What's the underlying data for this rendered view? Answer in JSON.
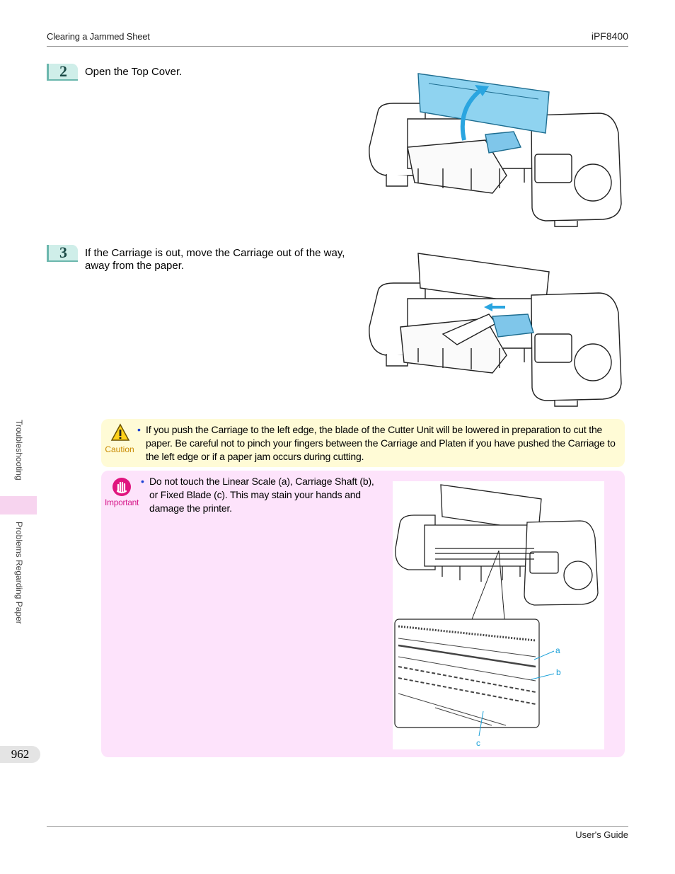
{
  "header": {
    "section_title": "Clearing a Jammed Sheet",
    "model": "iPF8400"
  },
  "footer": {
    "guide": "User's Guide"
  },
  "page_number": "962",
  "side_nav": {
    "section": "Troubleshooting",
    "subsection": "Problems Regarding Paper"
  },
  "steps": [
    {
      "number": "2",
      "text": "Open the Top Cover."
    },
    {
      "number": "3",
      "text": "If the Carriage is out, move the Carriage out of the way, away from the paper."
    }
  ],
  "caution": {
    "label": "Caution",
    "text": "If you push the Carriage to the left edge, the blade of the Cutter Unit will be lowered in preparation to cut the paper. Be careful not to pinch your fingers between the Carriage and Platen if you have pushed the Carriage to the left edge or if a paper jam occurs during cutting."
  },
  "important": {
    "label": "Important",
    "text": "Do not touch the Linear Scale (a), Carriage Shaft (b), or Fixed Blade (c). This may stain your hands and damage the printer.",
    "callouts": {
      "a": "a",
      "b": "b",
      "c": "c"
    }
  },
  "colors": {
    "accent_blue": "#7fc6ea",
    "caution_bg": "#fffbd6",
    "important_bg": "#fde3fb",
    "step_badge": "#cfeee9"
  }
}
